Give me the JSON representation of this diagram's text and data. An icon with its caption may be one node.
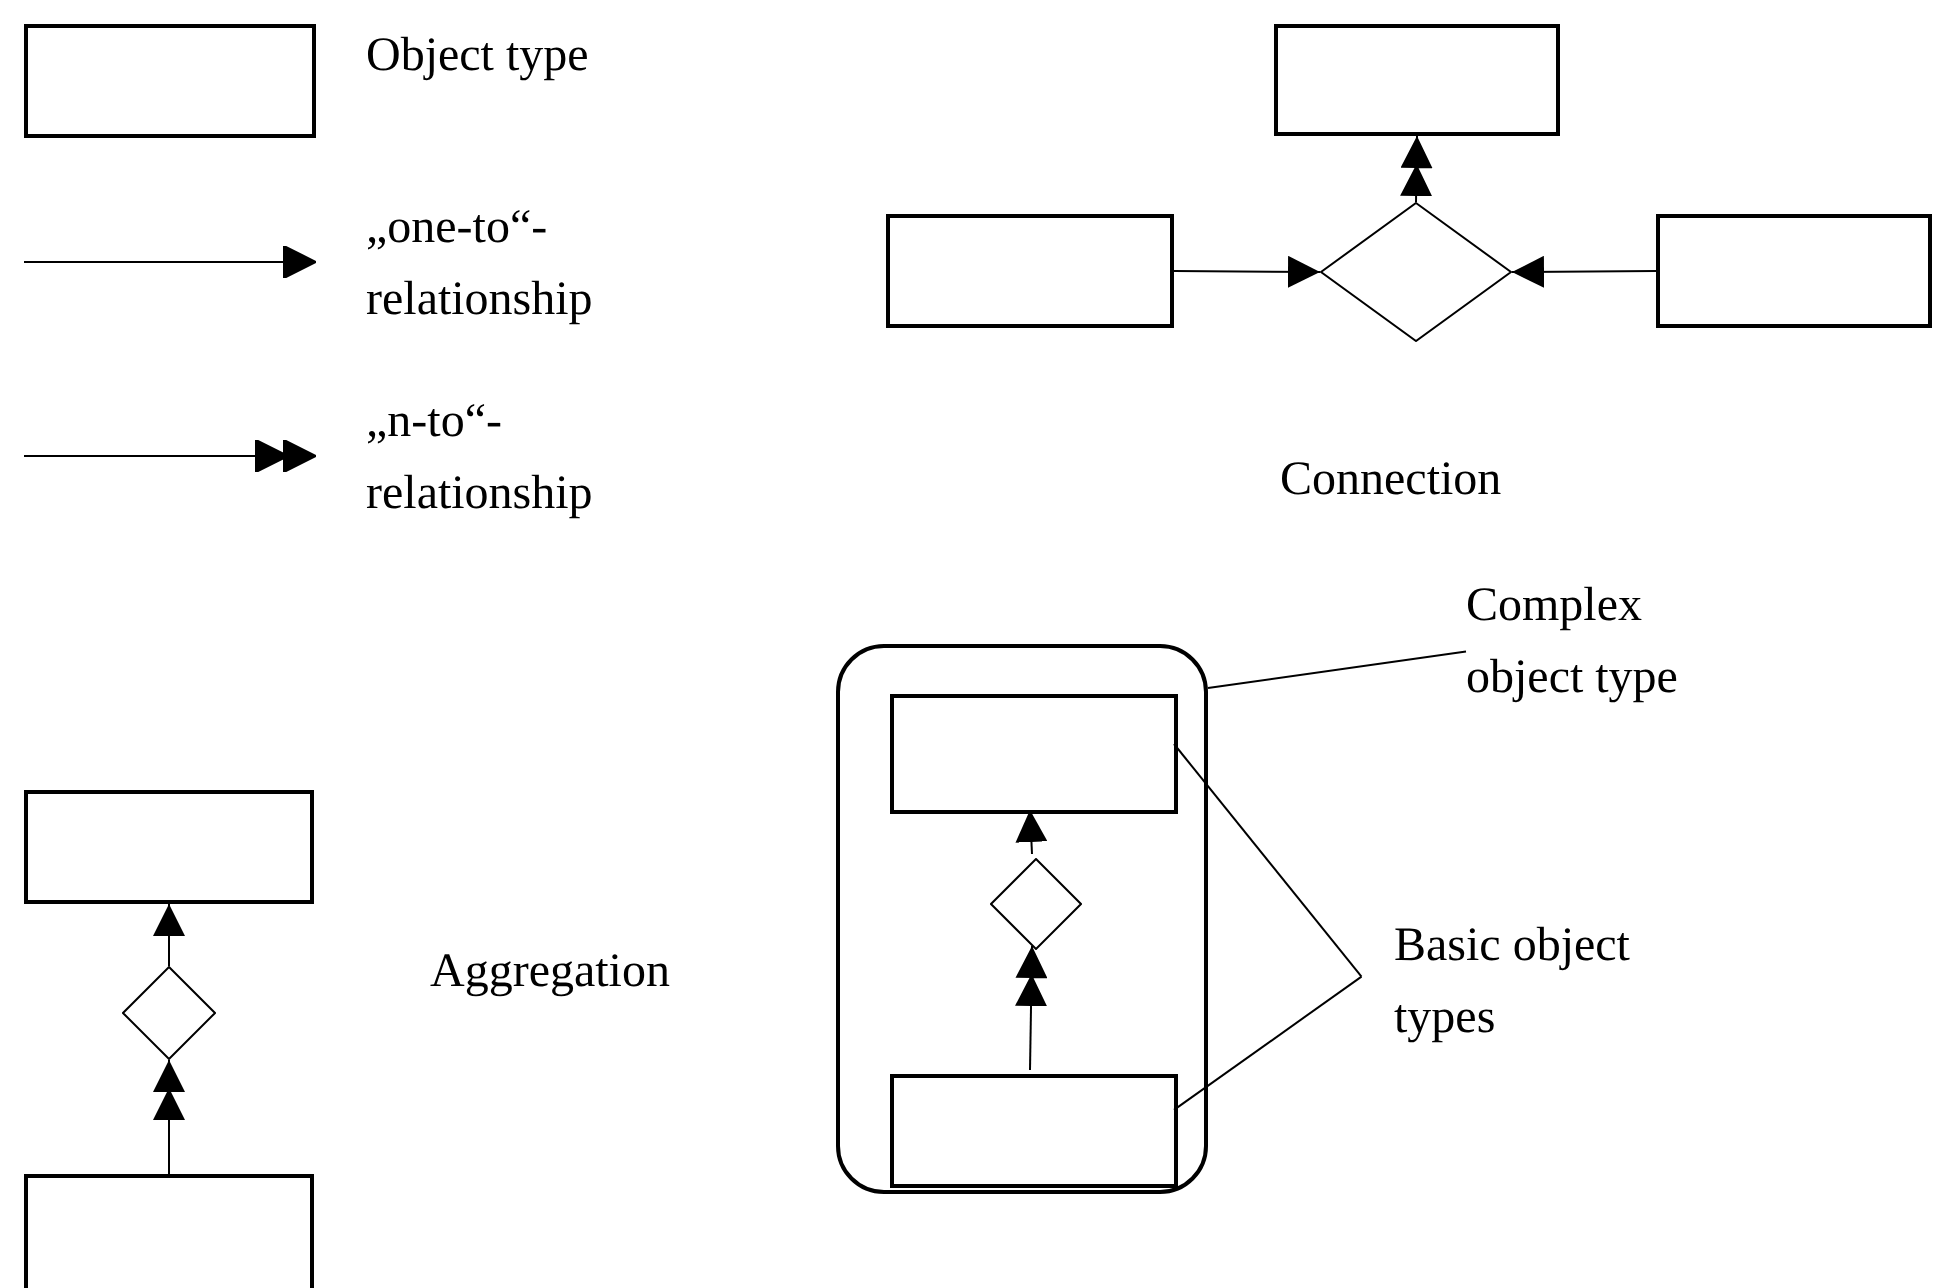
{
  "diagram": {
    "nodes": [
      {
        "text": [],
        "shape": "box",
        "beside": [
          "Object type"
        ]
      },
      {
        "text": [],
        "shape": "box"
      },
      {
        "text": [],
        "shape": "box"
      },
      {
        "text": [],
        "shape": "diamond"
      },
      {
        "text": [],
        "shape": "box"
      },
      {
        "text": [
          "Complex object type"
        ]
      },
      {
        "text": [],
        "shape": "box"
      },
      {
        "text": [],
        "shape": "box",
        "in": 6
      },
      {
        "text": [],
        "shape": "diamond",
        "in": 6
      },
      {
        "text": [],
        "shape": "box",
        "in": 6
      },
      {
        "text": [
          "Basic object types"
        ]
      },
      {
        "text": [],
        "shape": "box"
      },
      {
        "text": [],
        "shape": "diamond"
      },
      {
        "text": [],
        "shape": "box"
      }
    ],
    "edges": [
      {
        "from": 2,
        "to": 3,
        "arrow": "to"
      },
      {
        "from": 4,
        "to": 3,
        "arrow": "to"
      },
      {
        "from": 3,
        "to": 1,
        "arrow": "to"
      },
      {
        "from": 5,
        "to": 6,
        "arrow": "none"
      },
      {
        "from": 10,
        "to": 7,
        "arrow": "none"
      },
      {
        "from": 10,
        "to": 9,
        "arrow": "none"
      },
      {
        "from": 8,
        "to": 7,
        "arrow": "to"
      },
      {
        "from": 9,
        "to": 8,
        "arrow": "to"
      },
      {
        "from": 12,
        "to": 11,
        "arrow": "to"
      },
      {
        "from": 13,
        "to": 12,
        "arrow": "to"
      }
    ],
    "labels": [
      "Connection",
      "Aggregation"
    ],
    "legend": [
      {
        "text": "„one-to“- relationship"
      },
      {
        "text": "„n-to“- relationship"
      }
    ]
  }
}
